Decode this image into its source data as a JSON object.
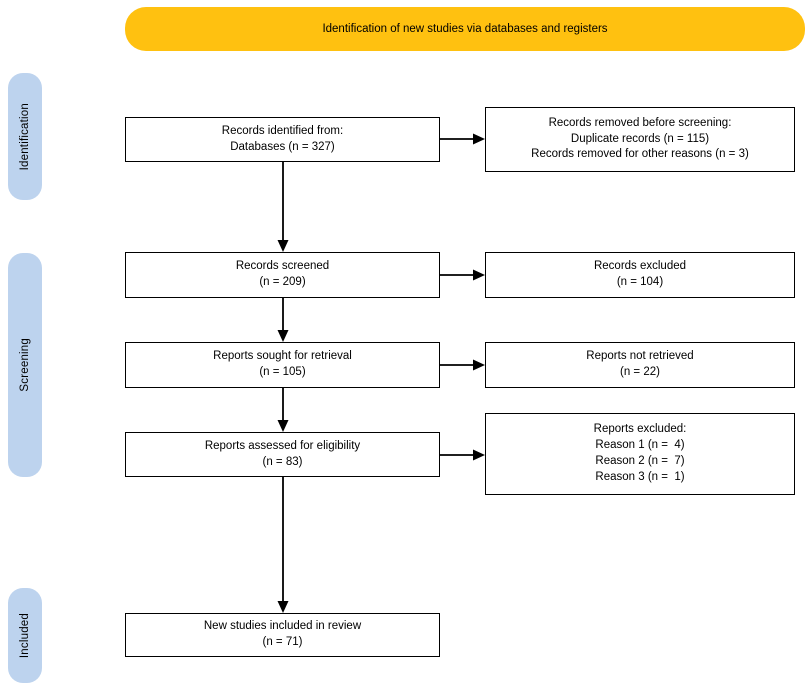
{
  "banner": {
    "label": "Identification of new studies via databases and registers"
  },
  "stages": {
    "identification": {
      "label": "Identification"
    },
    "screening": {
      "label": "Screening"
    },
    "included": {
      "label": "Included"
    }
  },
  "colors": {
    "banner_bg": "#FFC110",
    "stage_bg": "#BDD3EE",
    "box_border": "#000000",
    "arrow": "#000000"
  },
  "boxes": {
    "records_identified": {
      "lines": [
        "Records identified from:",
        "Databases (n = 327)"
      ]
    },
    "records_removed": {
      "lines": [
        "Records removed before screening:",
        "Duplicate records (n = 115)",
        "Records removed for other reasons (n = 3)"
      ]
    },
    "records_screened": {
      "lines": [
        "Records screened",
        "(n = 209)"
      ]
    },
    "records_excluded": {
      "lines": [
        "Records excluded",
        "(n = 104)"
      ]
    },
    "reports_sought": {
      "lines": [
        "Reports sought for retrieval",
        "(n = 105)"
      ]
    },
    "reports_not_retrieved": {
      "lines": [
        "Reports not retrieved",
        "(n = 22)"
      ]
    },
    "reports_assessed": {
      "lines": [
        "Reports assessed for eligibility",
        "(n = 83)"
      ]
    },
    "reports_excluded": {
      "lines": [
        "Reports excluded:",
        "Reason 1 (n =  4)",
        "Reason 2 (n =  7)",
        "Reason 3 (n =  1)"
      ]
    },
    "new_studies_included": {
      "lines": [
        "New studies included in review",
        "(n = 71)"
      ]
    }
  }
}
